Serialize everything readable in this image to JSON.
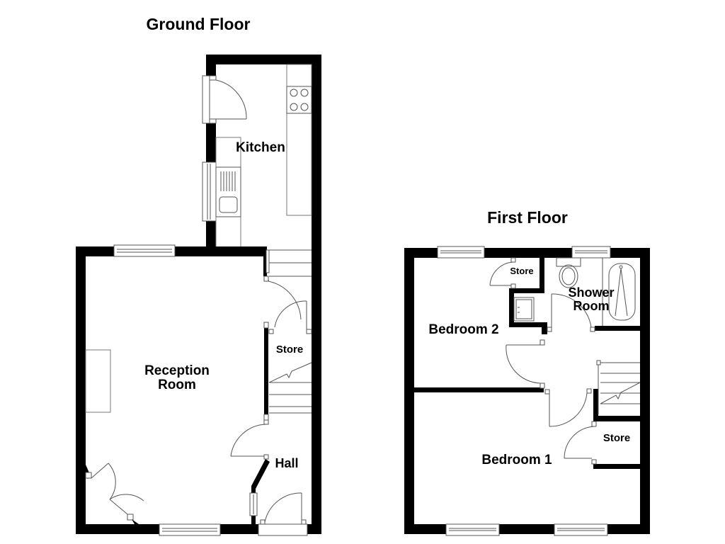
{
  "floors": {
    "ground": {
      "title": "Ground Floor",
      "rooms": {
        "kitchen": "Kitchen",
        "reception_line1": "Reception",
        "reception_line2": "Room",
        "store": "Store",
        "hall": "Hall"
      }
    },
    "first": {
      "title": "First Floor",
      "rooms": {
        "store_top": "Store",
        "shower_line1": "Shower",
        "shower_line2": "Room",
        "bedroom2": "Bedroom 2",
        "bedroom1": "Bedroom 1",
        "store_bottom": "Store"
      }
    }
  },
  "colors": {
    "wall": "#000000",
    "line": "#555555",
    "background": "#ffffff"
  }
}
